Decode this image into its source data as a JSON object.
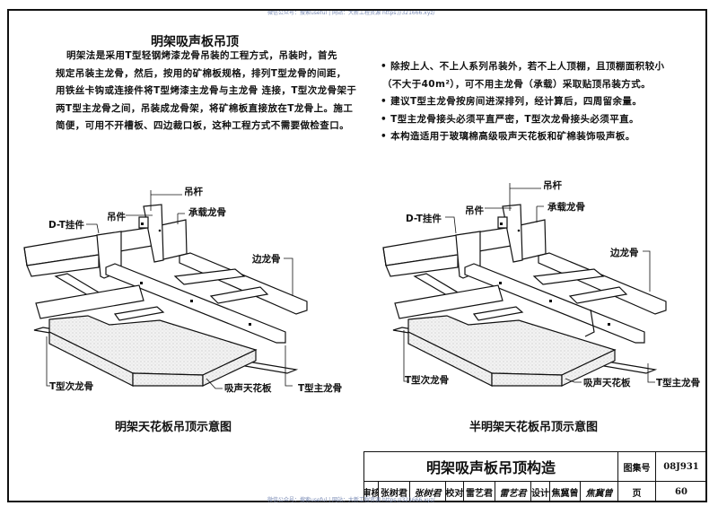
{
  "watermark": "微信公众号：搜索useful | 网站：大新工程资源 https://321666.xyz/",
  "section_title": "明架吸声板吊顶",
  "intro_paragraph": [
    "明架法是采用T型轻钢烤漆龙骨吊装的工程方式，吊装时，首先",
    "规定吊装主龙骨，然后，按用的矿棉板规格，排列T型龙骨的间距，",
    "用铁丝卡钩或连接件将T型烤漆主龙骨与主龙骨 连接，T型次龙骨架于",
    "两T型主龙骨之间，吊装成龙骨架，将矿棉板直接放在T龙骨上。施工",
    "简便，可用不开槽板、四边裁口板，这种工程方式不需要做检查口。"
  ],
  "notes": [
    "除按上人、不上人系列吊装外，若不上人顶棚，且顶棚面积较小",
    "（不大于40m²），可不用主龙骨（承载）采取贴顶吊装方式。",
    "建议T型主龙骨按房间进深排列，经计算后，四周留余量。",
    "T型主龙骨接头必须平直严密，T型次龙骨接头必须平直。",
    "本构造适用于玻璃棉高级吸声天花板和矿棉装饰吸声板。"
  ],
  "labels": {
    "hanger_rod": "吊杆",
    "hanger": "吊件",
    "carrying_channel": "承载龙骨",
    "dt_clip": "D-T挂件",
    "edge_runner": "边龙骨",
    "cross_tee": "T型次龙骨",
    "acoustic_panel": "吸声天花板",
    "main_tee": "T型主龙骨"
  },
  "captions": {
    "left": "明架天花板吊顶示意图",
    "right": "半明架天花板吊顶示意图"
  },
  "title_block": {
    "title": "明架吸声板吊顶构造",
    "atlas_no_label": "图集号",
    "atlas_no": "08J931",
    "review_label": "审核",
    "reviewer": "张树君",
    "review_sig": "张树君",
    "check_label": "校对",
    "checker": "雷艺君",
    "check_sig": "雷艺君",
    "design_label": "设计",
    "designer": "焦冀曾",
    "design_sig": "焦冀曾",
    "page_label": "页",
    "page": "60"
  }
}
